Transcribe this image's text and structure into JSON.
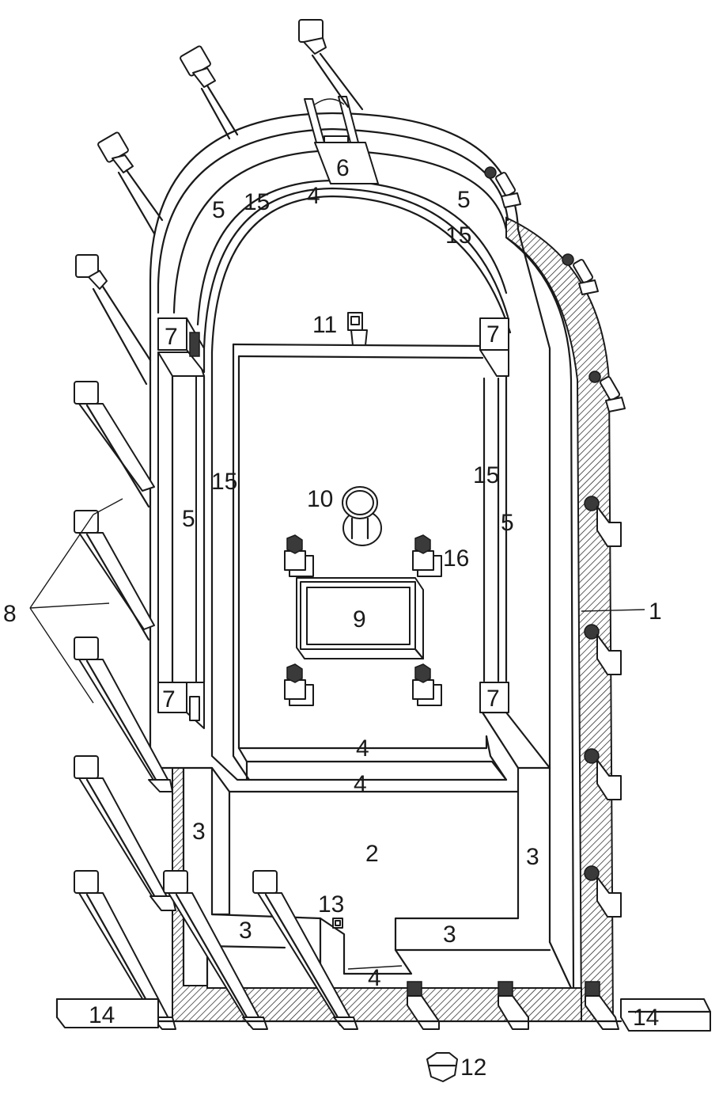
{
  "labels": {
    "l1": "1",
    "l2": "2",
    "l3a": "3",
    "l3b": "3",
    "l3c": "3",
    "l3d": "3",
    "l4a": "4",
    "l4b": "4",
    "l4c": "4",
    "l4d": "4",
    "l5a": "5",
    "l5b": "5",
    "l5c": "5",
    "l5d": "5",
    "l6": "6",
    "l7a": "7",
    "l7b": "7",
    "l7c": "7",
    "l7d": "7",
    "l8": "8",
    "l9": "9",
    "l10": "10",
    "l11": "11",
    "l12": "12",
    "l13": "13",
    "l14a": "14",
    "l14b": "14",
    "l15a": "15",
    "l15b": "15",
    "l15c": "15",
    "l15d": "15",
    "l16": "16"
  }
}
